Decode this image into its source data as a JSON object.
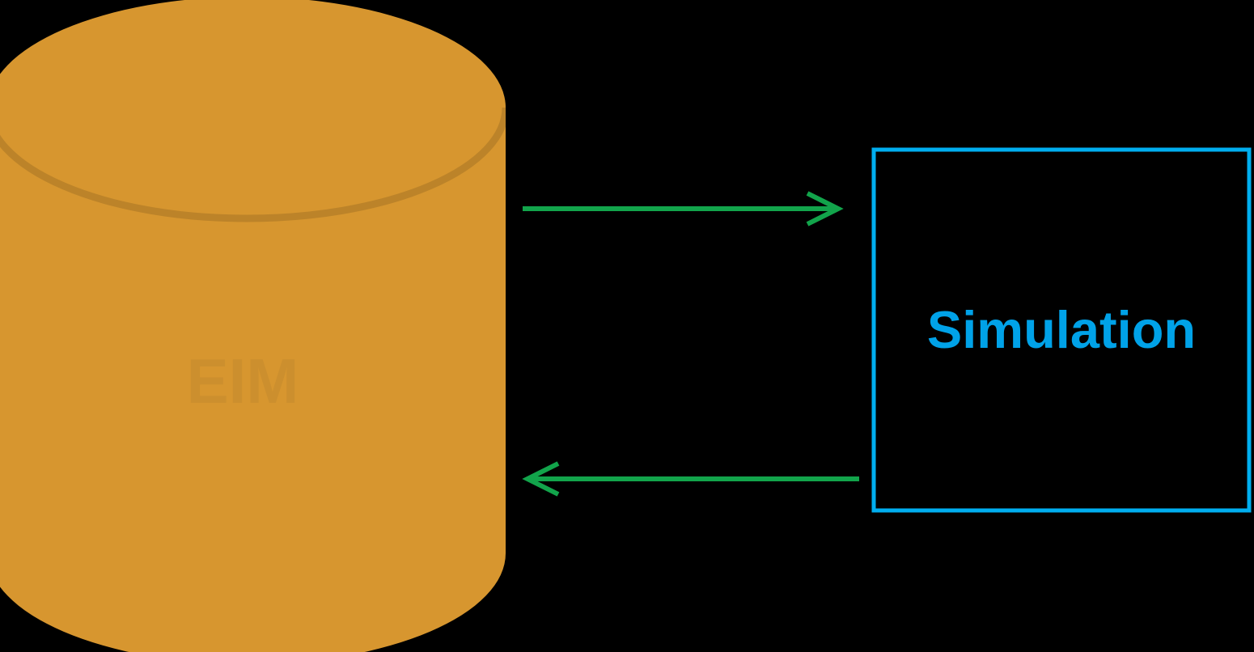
{
  "diagram": {
    "nodes": {
      "database": {
        "label": "EIM",
        "shape": "cylinder"
      },
      "simulation": {
        "label": "Simulation",
        "shape": "rectangle"
      }
    },
    "arrows": [
      {
        "id": "eim-to-simulation",
        "from": "EIM",
        "to": "Simulation",
        "direction": "right"
      },
      {
        "id": "simulation-to-eim",
        "from": "Simulation",
        "to": "EIM",
        "direction": "left"
      }
    ],
    "colors": {
      "background": "#000000",
      "database_fill": "#D7962F",
      "database_rim": "rgba(0,0,0,0.12)",
      "database_label": "#CC8F2E",
      "box_border": "#00AEEF",
      "box_label": "#00A2E8",
      "arrow": "#12A44B"
    }
  }
}
